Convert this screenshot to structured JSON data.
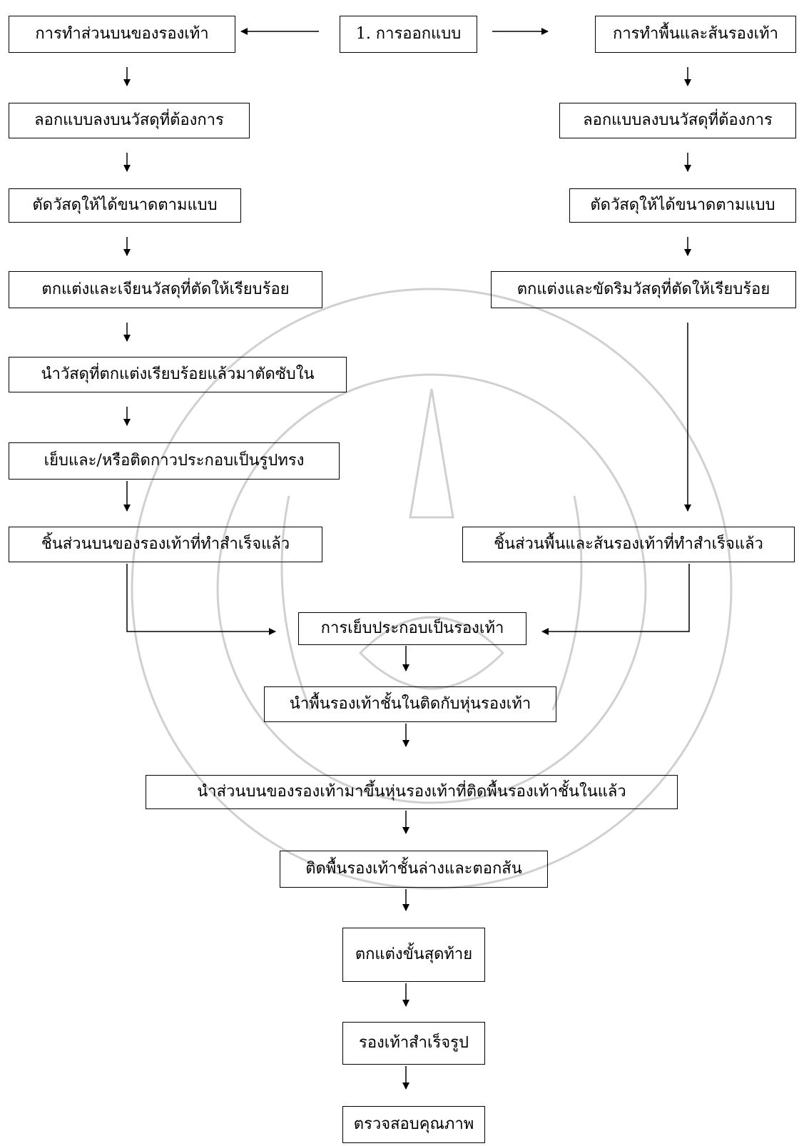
{
  "flow": {
    "start": "1. การออกแบบ",
    "upper": [
      "การทำส่วนบนของรองเท้า",
      "ลอกแบบลงบนวัสดุที่ต้องการ",
      "ตัดวัสดุให้ได้ขนาดตามแบบ",
      "ตกแต่งและเจียนวัสดุที่ตัดให้เรียบร้อย",
      "นำวัสดุที่ตกแต่งเรียบร้อยแล้วมาตัดซับใน",
      "เย็บและ/หรือติดกาวประกอบเป็นรูปทรง",
      "ชิ้นส่วนบนของรองเท้าที่ทำสำเร็จแล้ว"
    ],
    "sole": [
      "การทำพื้นและส้นรองเท้า",
      "ลอกแบบลงบนวัสดุที่ต้องการ",
      "ตัดวัสดุให้ได้ขนาดตามแบบ",
      "ตกแต่งและขัดริมวัสดุที่ตัดให้เรียบร้อย",
      "ชิ้นส่วนพื้นและส้นรองเท้าที่ทำสำเร็จแล้ว"
    ],
    "assembly": [
      "การเย็บประกอบเป็นรองเท้า",
      "นำพื้นรองเท้าชั้นในติดกับหุ่นรองเท้า",
      "นำส่วนบนของรองเท้ามาขึ้นหุ่นรองเท้าที่ติดพื้นรองเท้าชั้นในแล้ว",
      "ติดพื้นรองเท้าชั้นล่างและตอกส้น",
      "ตกแต่งขั้นสุดท้าย",
      "รองเท้าสำเร็จรูป",
      "ตรวจสอบคุณภาพ"
    ]
  },
  "colors": {
    "line": "#000000",
    "watermark": "#c8c8c8"
  }
}
